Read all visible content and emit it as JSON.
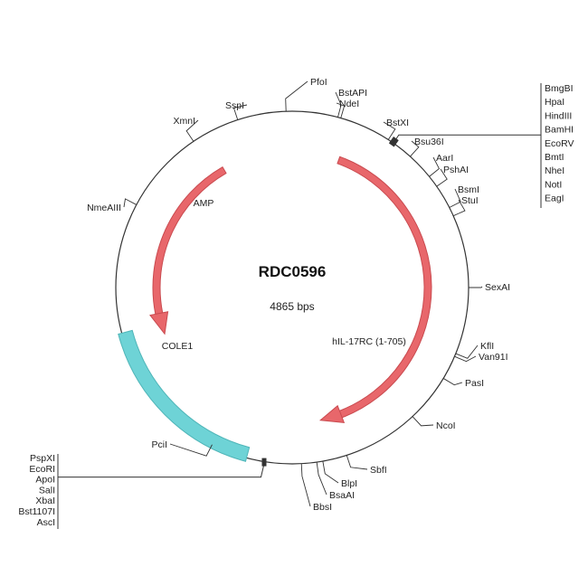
{
  "plasmid": {
    "name": "RDC0596",
    "size_label": "4865 bps",
    "length_bp": 4865
  },
  "colors": {
    "backbone": "#333333",
    "gene_fill": "#e8676b",
    "gene_stroke": "#c94a4f",
    "ori_fill": "#6ed3d6",
    "ori_stroke": "#4fb5b8"
  },
  "features": [
    {
      "name": "AMP",
      "type": "gene",
      "start_deg": -30,
      "end_deg": -110,
      "direction": "ccw"
    },
    {
      "name": "hIL-17RC (1-705)",
      "type": "gene",
      "start_deg": 20,
      "end_deg": 168,
      "direction": "cw"
    },
    {
      "name": "COLE1",
      "type": "origin",
      "start_deg": 195,
      "end_deg": 255
    }
  ],
  "sites": [
    {
      "name": "PfoI",
      "deg": -2
    },
    {
      "name": "BstAPI",
      "deg": 15
    },
    {
      "name": "NdeI",
      "deg": 16
    },
    {
      "name": "BstXI",
      "deg": 33
    },
    {
      "name": "Bsu36I",
      "deg": 42
    },
    {
      "name": "AarI",
      "deg": 51
    },
    {
      "name": "PshAI",
      "deg": 55
    },
    {
      "name": "BsmI",
      "deg": 63
    },
    {
      "name": "StuI",
      "deg": 66
    },
    {
      "name": "SexAI",
      "deg": 90
    },
    {
      "name": "KflI",
      "deg": 112
    },
    {
      "name": "Van91I",
      "deg": 113
    },
    {
      "name": "PasI",
      "deg": 121
    },
    {
      "name": "NcoI",
      "deg": 137
    },
    {
      "name": "SbfI",
      "deg": 162
    },
    {
      "name": "BlpI",
      "deg": 170
    },
    {
      "name": "BsaAI",
      "deg": 172
    },
    {
      "name": "BbsI",
      "deg": 177
    },
    {
      "name": "PciI",
      "deg": 207
    },
    {
      "name": "NmeAIII",
      "deg": -62
    },
    {
      "name": "XmnI",
      "deg": -34
    },
    {
      "name": "SspI",
      "deg": -18
    }
  ],
  "mcs_right": {
    "anchor_deg": 35,
    "enzymes": [
      "BmgBI",
      "HpaI",
      "HindIII",
      "BamHI",
      "EcoRV",
      "BmtI",
      "NheI",
      "NotI",
      "EagI"
    ]
  },
  "mcs_left": {
    "anchor_deg": 189,
    "enzymes": [
      "PspXI",
      "EcoRI",
      "ApoI",
      "SalI",
      "XbaI",
      "Bst1107I",
      "AscI"
    ]
  }
}
